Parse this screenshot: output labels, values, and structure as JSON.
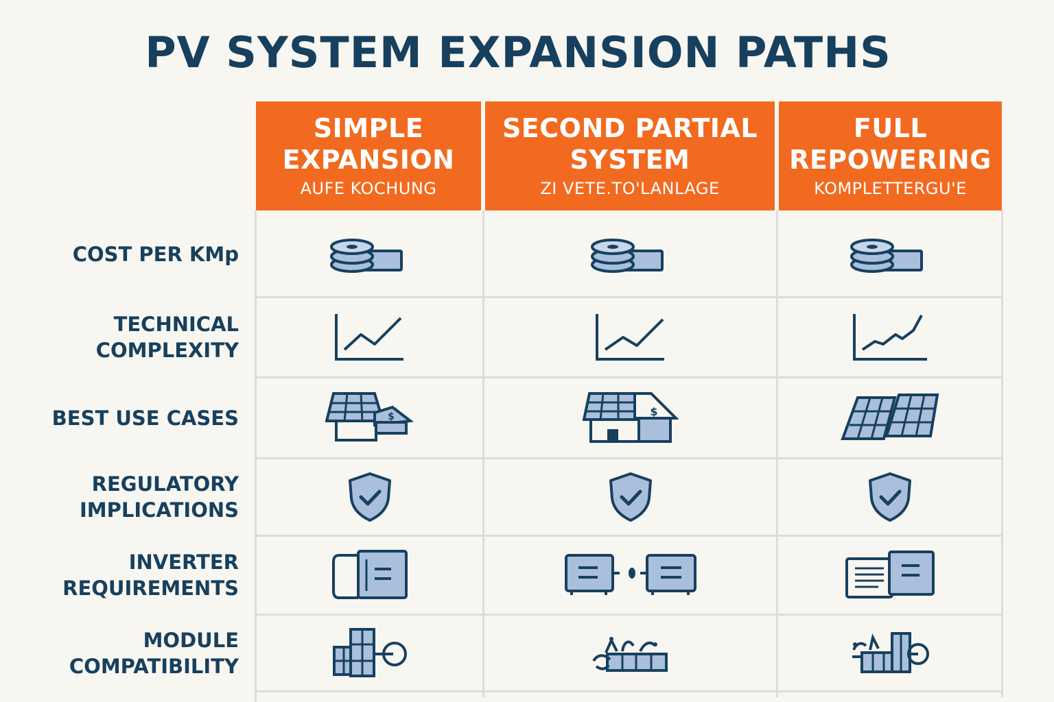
{
  "title": "PV SYSTEM EXPANSION PATHS",
  "columns": [
    {
      "title": "SIMPLE\nEXPANSION",
      "subtitle": "AUFE KOCHUNG"
    },
    {
      "title": "SECOND PARTIAL\nSYSTEM",
      "subtitle": "ZI VETE.TO'LANLAGE"
    },
    {
      "title": "FULL\nREPOWERING",
      "subtitle": "KOMPLETTERGU'E"
    }
  ],
  "rows": [
    {
      "label": "COST PER KMp",
      "icons": [
        "coin-stack-icon",
        "coin-stack-icon",
        "coin-stack-icon"
      ]
    },
    {
      "label": "TECHNICAL\nCOMPLEXITY",
      "icons": [
        "line-chart-icon",
        "line-chart-icon",
        "line-chart-icon"
      ]
    },
    {
      "label": "BEST USE CASES",
      "icons": [
        "house-solar-icon",
        "house-solar-icon",
        "solar-panels-icon"
      ]
    },
    {
      "label": "REGULATORY\nIMPLICATIONS",
      "icons": [
        "shield-check-icon",
        "shield-check-icon",
        "shield-check-icon"
      ]
    },
    {
      "label": "INVERTER\nREQUIREMENTS",
      "icons": [
        "inverter-icon",
        "dual-inverter-icon",
        "inverter-pair-icon"
      ]
    },
    {
      "label": "MODULE\nCOMPATIBILITY",
      "icons": [
        "module-connector-icon",
        "module-string-icon",
        "module-machine-icon"
      ]
    }
  ],
  "colors": {
    "header_orange": "#f26a1f",
    "navy": "#17405e",
    "icon_fill": "#a9bfdc",
    "background": "#f8f6f1"
  }
}
